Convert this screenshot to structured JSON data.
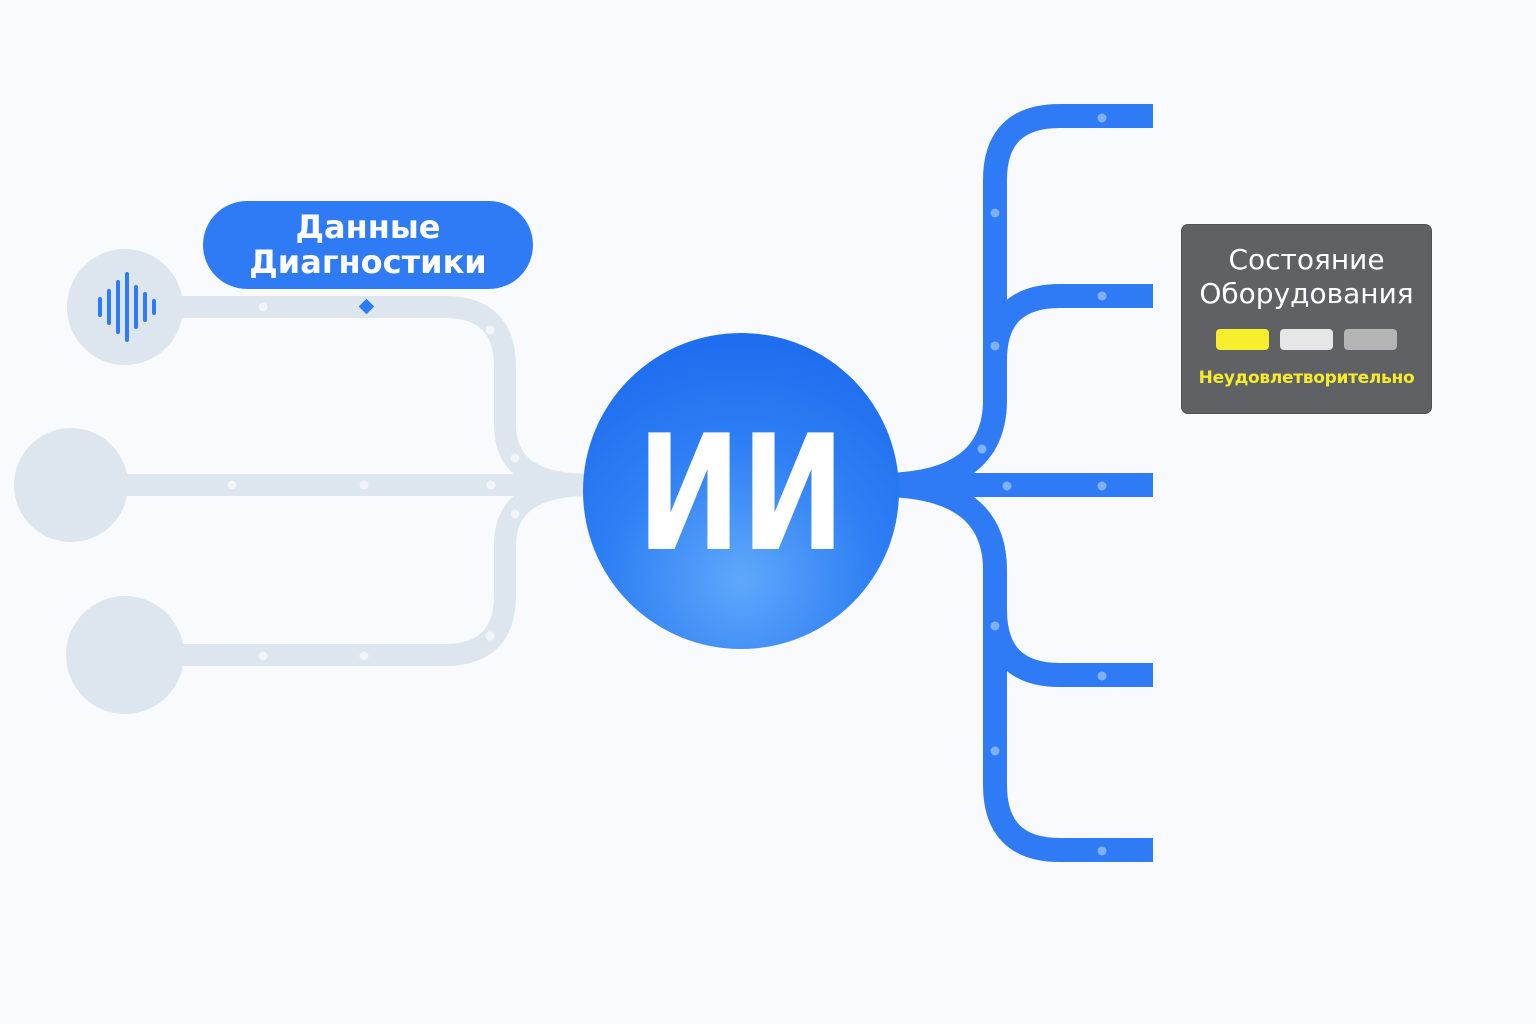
{
  "diagram": {
    "center_node": {
      "label": "ИИ"
    },
    "input_label": {
      "line1": "Данные",
      "line2": "Диагностики"
    },
    "output_card": {
      "title_line1": "Состояние",
      "title_line2": "Оборудования",
      "status": "Неудовлетворительно",
      "swatches": [
        "#f7ee2e",
        "#e6e6e6",
        "#b4b4b4"
      ]
    },
    "colors": {
      "accent": "#2f7bf5",
      "inactive": "#dde5ef",
      "background": "#f8fafd",
      "card": "#5f6164",
      "status_text": "#f7ec2c"
    }
  }
}
